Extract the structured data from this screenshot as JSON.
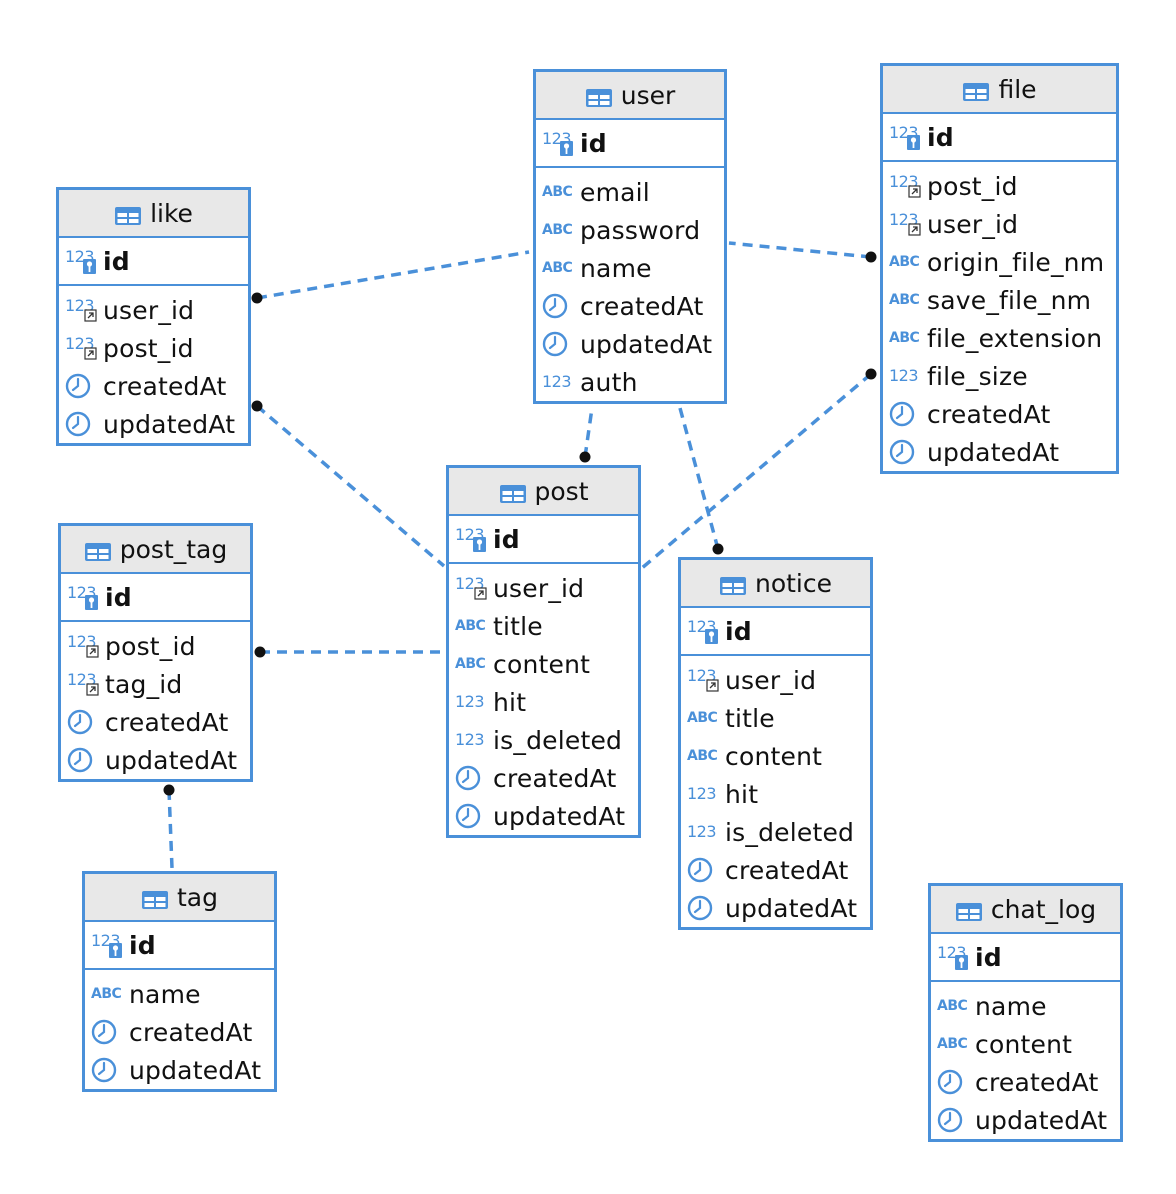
{
  "colors": {
    "border": "#4a90d9",
    "header_bg": "#e8e8e8",
    "link": "#4a90d9",
    "icon": "#4a90d9",
    "text": "#111111"
  },
  "tables": [
    {
      "key": "user",
      "name": "user",
      "pk": "id",
      "columns": [
        {
          "name": "email",
          "icon": "abc-icon"
        },
        {
          "name": "password",
          "icon": "abc-icon"
        },
        {
          "name": "name",
          "icon": "abc-icon"
        },
        {
          "name": "createdAt",
          "icon": "clock-icon"
        },
        {
          "name": "updatedAt",
          "icon": "clock-icon"
        },
        {
          "name": "auth",
          "icon": "number-icon"
        }
      ]
    },
    {
      "key": "file",
      "name": "file",
      "pk": "id",
      "columns": [
        {
          "name": "post_id",
          "icon": "foreign-key-icon"
        },
        {
          "name": "user_id",
          "icon": "foreign-key-icon"
        },
        {
          "name": "origin_file_nm",
          "icon": "abc-icon"
        },
        {
          "name": "save_file_nm",
          "icon": "abc-icon"
        },
        {
          "name": "file_extension",
          "icon": "abc-icon"
        },
        {
          "name": "file_size",
          "icon": "number-icon"
        },
        {
          "name": "createdAt",
          "icon": "clock-icon"
        },
        {
          "name": "updatedAt",
          "icon": "clock-icon"
        }
      ]
    },
    {
      "key": "like",
      "name": "like",
      "pk": "id",
      "columns": [
        {
          "name": "user_id",
          "icon": "foreign-key-icon"
        },
        {
          "name": "post_id",
          "icon": "foreign-key-icon"
        },
        {
          "name": "createdAt",
          "icon": "clock-icon"
        },
        {
          "name": "updatedAt",
          "icon": "clock-icon"
        }
      ]
    },
    {
      "key": "post",
      "name": "post",
      "pk": "id",
      "columns": [
        {
          "name": "user_id",
          "icon": "foreign-key-icon"
        },
        {
          "name": "title",
          "icon": "abc-icon"
        },
        {
          "name": "content",
          "icon": "abc-icon"
        },
        {
          "name": "hit",
          "icon": "number-icon"
        },
        {
          "name": "is_deleted",
          "icon": "number-icon"
        },
        {
          "name": "createdAt",
          "icon": "clock-icon"
        },
        {
          "name": "updatedAt",
          "icon": "clock-icon"
        }
      ]
    },
    {
      "key": "post_tag",
      "name": "post_tag",
      "pk": "id",
      "columns": [
        {
          "name": "post_id",
          "icon": "foreign-key-icon"
        },
        {
          "name": "tag_id",
          "icon": "foreign-key-icon"
        },
        {
          "name": "createdAt",
          "icon": "clock-icon"
        },
        {
          "name": "updatedAt",
          "icon": "clock-icon"
        }
      ]
    },
    {
      "key": "notice",
      "name": "notice",
      "pk": "id",
      "columns": [
        {
          "name": "user_id",
          "icon": "foreign-key-icon"
        },
        {
          "name": "title",
          "icon": "abc-icon"
        },
        {
          "name": "content",
          "icon": "abc-icon"
        },
        {
          "name": "hit",
          "icon": "number-icon"
        },
        {
          "name": "is_deleted",
          "icon": "number-icon"
        },
        {
          "name": "createdAt",
          "icon": "clock-icon"
        },
        {
          "name": "updatedAt",
          "icon": "clock-icon"
        }
      ]
    },
    {
      "key": "tag",
      "name": "tag",
      "pk": "id",
      "columns": [
        {
          "name": "name",
          "icon": "abc-icon"
        },
        {
          "name": "createdAt",
          "icon": "clock-icon"
        },
        {
          "name": "updatedAt",
          "icon": "clock-icon"
        }
      ]
    },
    {
      "key": "chat_log",
      "name": "chat_log",
      "pk": "id",
      "columns": [
        {
          "name": "name",
          "icon": "abc-icon"
        },
        {
          "name": "content",
          "icon": "abc-icon"
        },
        {
          "name": "createdAt",
          "icon": "clock-icon"
        },
        {
          "name": "updatedAt",
          "icon": "clock-icon"
        }
      ]
    }
  ],
  "relationships": [
    {
      "from": "like",
      "to": "user"
    },
    {
      "from": "like",
      "to": "post"
    },
    {
      "from": "post",
      "to": "user"
    },
    {
      "from": "notice",
      "to": "user"
    },
    {
      "from": "file",
      "to": "user"
    },
    {
      "from": "file",
      "to": "post"
    },
    {
      "from": "post_tag",
      "to": "post"
    },
    {
      "from": "post_tag",
      "to": "tag"
    }
  ]
}
